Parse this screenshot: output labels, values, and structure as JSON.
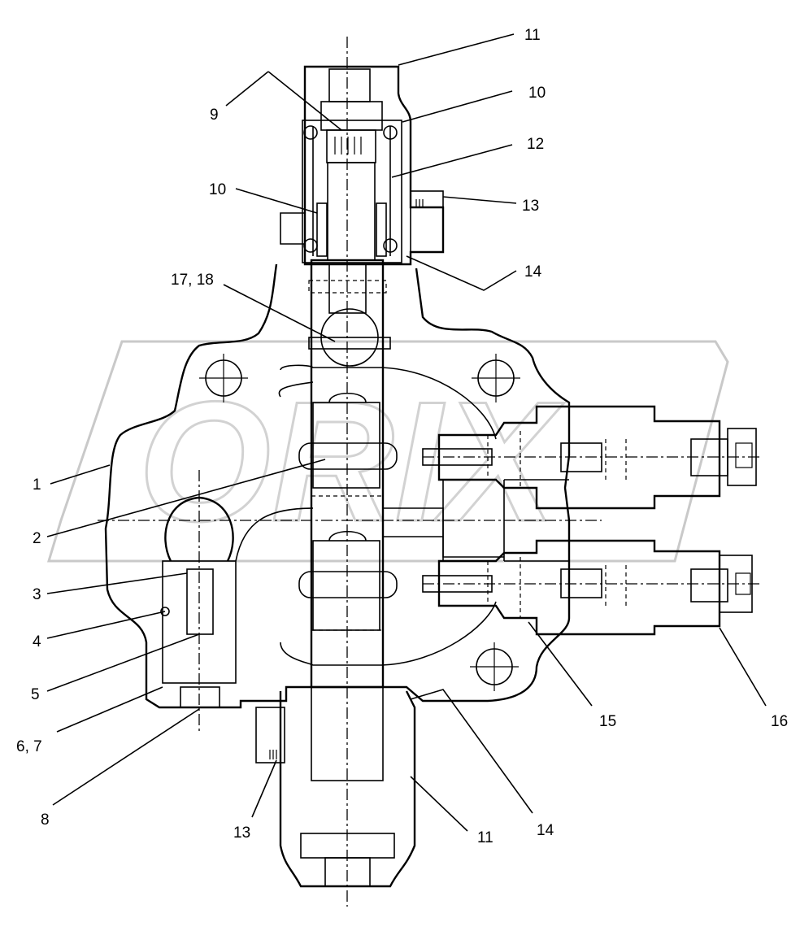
{
  "watermark": "ORIX",
  "callouts": [
    {
      "id": "c11-top",
      "text": "11"
    },
    {
      "id": "c9",
      "text": "9"
    },
    {
      "id": "c10-top",
      "text": "10"
    },
    {
      "id": "c12",
      "text": "12"
    },
    {
      "id": "c10-mid",
      "text": "10"
    },
    {
      "id": "c13-top",
      "text": "13"
    },
    {
      "id": "c14-top",
      "text": "14"
    },
    {
      "id": "c17-18",
      "text": "17, 18"
    },
    {
      "id": "c1",
      "text": "1"
    },
    {
      "id": "c2",
      "text": "2"
    },
    {
      "id": "c3",
      "text": "3"
    },
    {
      "id": "c4",
      "text": "4"
    },
    {
      "id": "c5",
      "text": "5"
    },
    {
      "id": "c6-7",
      "text": "6, 7"
    },
    {
      "id": "c8",
      "text": "8"
    },
    {
      "id": "c13-bot",
      "text": "13"
    },
    {
      "id": "c11-bot",
      "text": "11"
    },
    {
      "id": "c14-bot",
      "text": "14"
    },
    {
      "id": "c15",
      "text": "15"
    },
    {
      "id": "c16",
      "text": "16"
    }
  ]
}
